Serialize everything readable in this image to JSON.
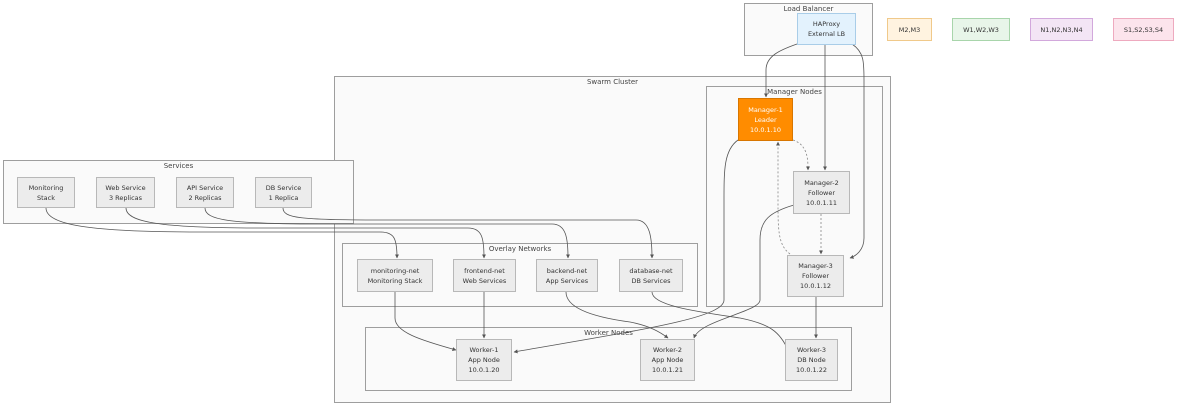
{
  "clusters": {
    "load_balancer": "Load Balancer",
    "swarm": "Swarm Cluster",
    "manager_nodes": "Manager Nodes",
    "services": "Services",
    "overlay": "Overlay Networks",
    "workers": "Worker Nodes"
  },
  "nodes": {
    "haproxy": [
      "HAProxy",
      "External LB"
    ],
    "manager1": [
      "Manager-1",
      "Leader",
      "10.0.1.10"
    ],
    "manager2": [
      "Manager-2",
      "Follower",
      "10.0.1.11"
    ],
    "manager3": [
      "Manager-3",
      "Follower",
      "10.0.1.12"
    ],
    "svc_monitoring": [
      "Monitoring",
      "Stack"
    ],
    "svc_web": [
      "Web Service",
      "3 Replicas"
    ],
    "svc_api": [
      "API Service",
      "2 Replicas"
    ],
    "svc_db": [
      "DB Service",
      "1 Replica"
    ],
    "net_monitoring": [
      "monitoring-net",
      "Monitoring Stack"
    ],
    "net_frontend": [
      "frontend-net",
      "Web Services"
    ],
    "net_backend": [
      "backend-net",
      "App Services"
    ],
    "net_database": [
      "database-net",
      "DB Services"
    ],
    "worker1": [
      "Worker-1",
      "App Node",
      "10.0.1.20"
    ],
    "worker2": [
      "Worker-2",
      "App Node",
      "10.0.1.21"
    ],
    "worker3": [
      "Worker-3",
      "DB Node",
      "10.0.1.22"
    ]
  },
  "legend": [
    {
      "label": "M2,M3",
      "bg": "#fff3e0",
      "border": "#f0c98a"
    },
    {
      "label": "W1,W2,W3",
      "bg": "#e8f5e9",
      "border": "#a8d5ab"
    },
    {
      "label": "N1,N2,N3,N4",
      "bg": "#f3e5f5",
      "border": "#d2a8dc"
    },
    {
      "label": "S1,S2,S3,S4",
      "bg": "#fce4ec",
      "border": "#eeaabf"
    }
  ],
  "colors": {
    "leader": "#ff8c00",
    "load_balancer": "#e3f2fd",
    "node": "#ececec",
    "edge": "#555555"
  }
}
